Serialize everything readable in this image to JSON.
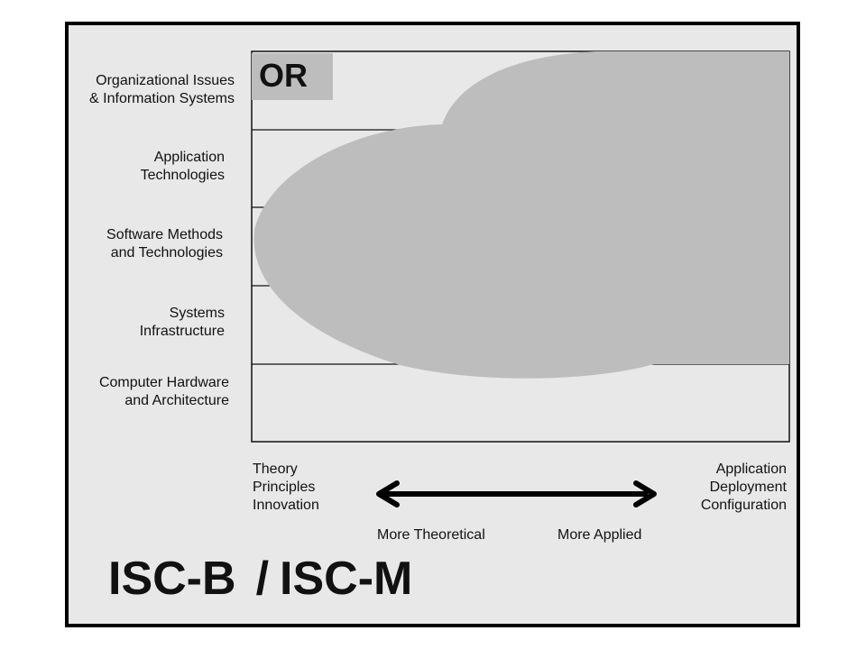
{
  "rows": [
    {
      "lines": [
        "Organizational Issues",
        "& Information Systems"
      ]
    },
    {
      "lines": [
        "Application",
        "Technologies"
      ]
    },
    {
      "lines": [
        "Software Methods",
        "and Technologies"
      ]
    },
    {
      "lines": [
        "Systems",
        "Infrastructure"
      ]
    },
    {
      "lines": [
        "Computer Hardware",
        "and Architecture"
      ]
    }
  ],
  "region_label": "OR",
  "axis": {
    "left": [
      "Theory",
      "Principles",
      "Innovation"
    ],
    "right": [
      "Application",
      "Deployment",
      "Configuration"
    ],
    "more_theoretical": "More Theoretical",
    "more_applied": "More Applied"
  },
  "title": {
    "left": "ISC-B",
    "separator": "/",
    "right": "ISC-M"
  },
  "colors": {
    "background": "#e8e8e8",
    "region_fill": "#bdbdbd",
    "frame": "#000000"
  }
}
